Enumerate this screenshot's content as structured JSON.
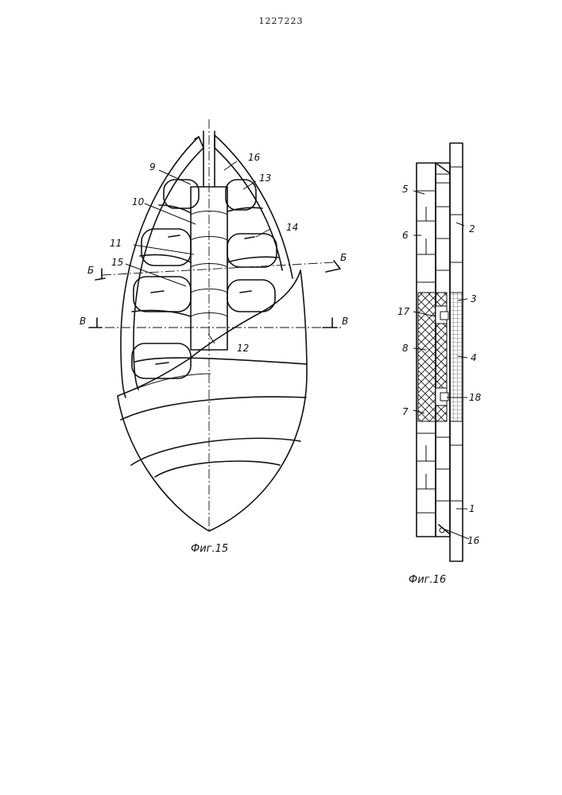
{
  "page_number": "1227223",
  "fig15": {
    "caption": "Фиг.15",
    "labels": [
      "9",
      "10",
      "11",
      "15",
      "16",
      "13",
      "14",
      "12"
    ],
    "section_b": "Б",
    "section_v": "В"
  },
  "fig16": {
    "caption": "Фиг.16",
    "labels": [
      "5",
      "6",
      "17",
      "8",
      "7",
      "2",
      "3",
      "4",
      "18",
      "1",
      "16"
    ]
  }
}
